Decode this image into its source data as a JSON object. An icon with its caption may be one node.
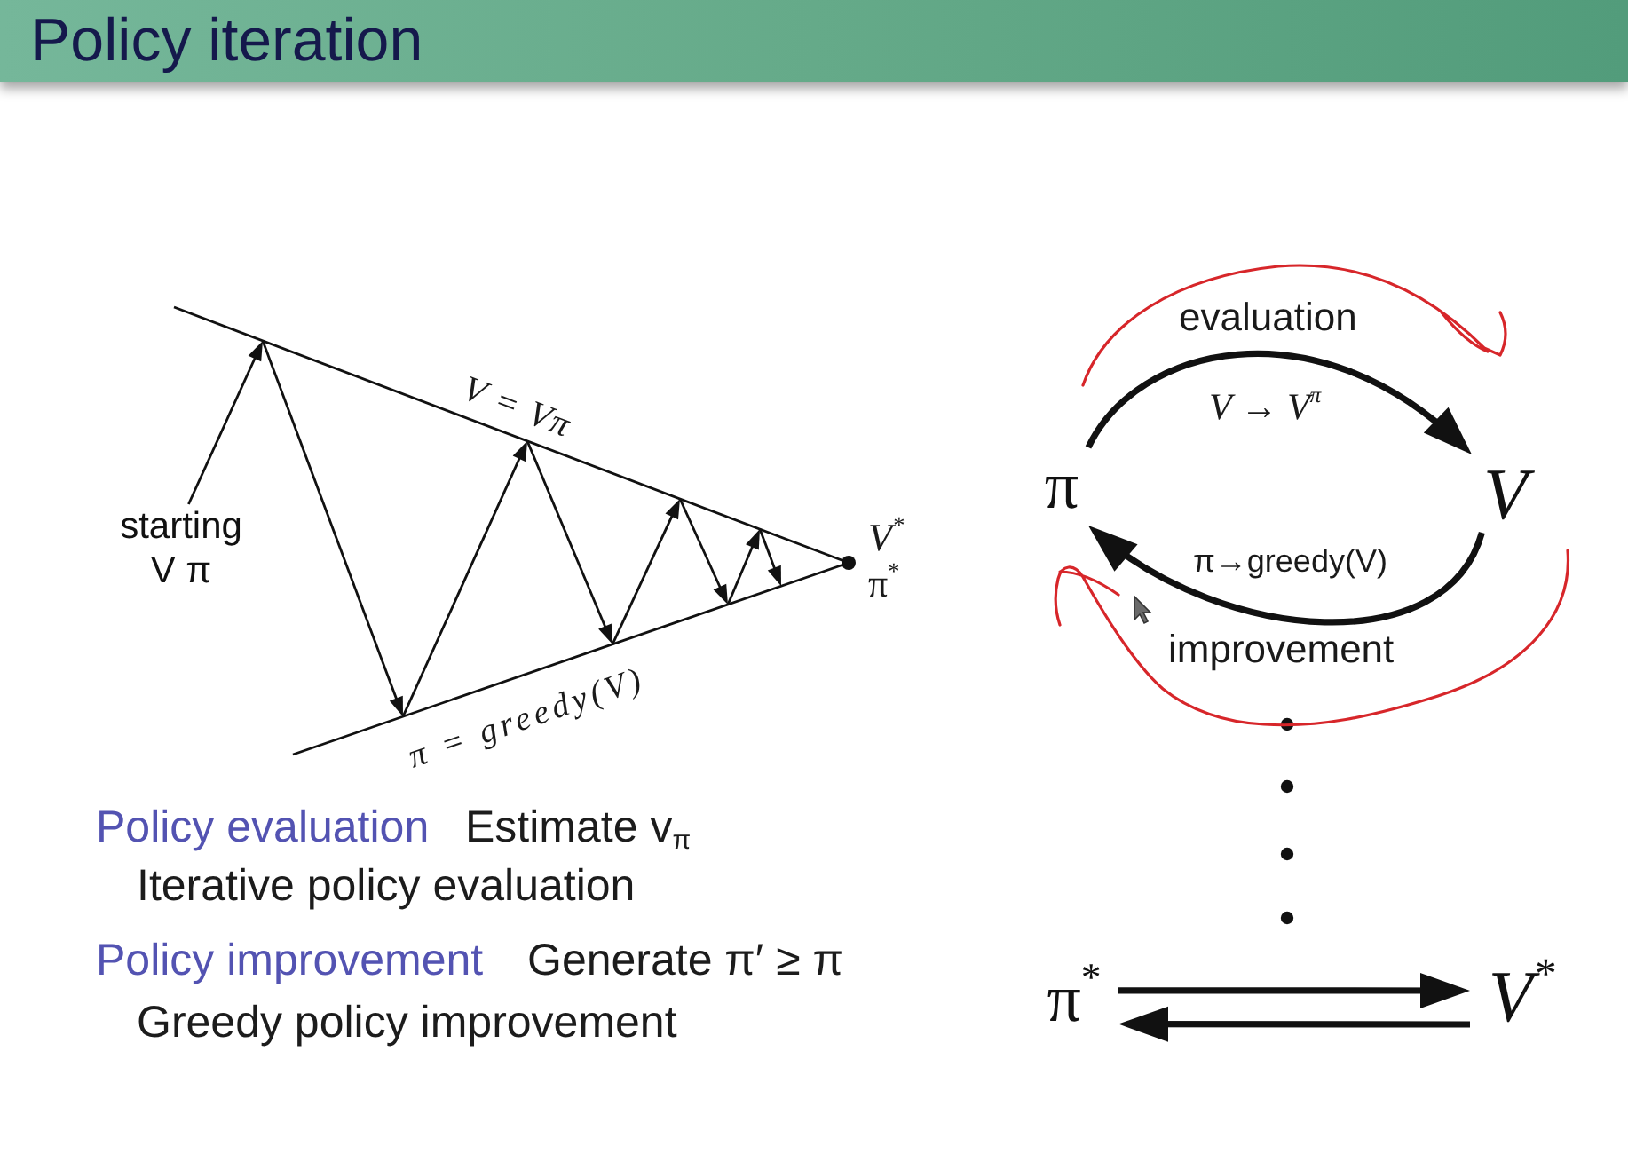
{
  "diagram": {
    "title": "Policy iteration",
    "nodes": [
      {
        "text": [
          "starting V π"
        ]
      },
      {
        "text": [
          "π"
        ]
      },
      {
        "text": [
          "V"
        ]
      },
      {
        "text": [
          "π$^{*}$"
        ]
      },
      {
        "text": [
          "V$^{*}$"
        ]
      }
    ],
    "edges": [
      {
        "from": 0,
        "to": null,
        "arrow": "to"
      },
      {
        "from": 1,
        "to": 2,
        "arrow": "to",
        "label": "evaluation"
      },
      {
        "from": 2,
        "to": 1,
        "arrow": "to",
        "label": "improvement"
      },
      {
        "from": 3,
        "to": 4,
        "arrow": "to"
      },
      {
        "from": 4,
        "to": 3,
        "arrow": "to"
      }
    ],
    "labels": [
      "V = Vπ",
      "π = greedy(V)",
      "V$^{*}$",
      "π$^{*}$",
      "V → V$^{π}$",
      "π→greedy(V)",
      "Policy evaluation",
      "Estimate v$_{π}$",
      "Iterative policy evaluation",
      "Policy improvement",
      "Generate π′ ≥ π",
      "Greedy policy improvement"
    ]
  }
}
